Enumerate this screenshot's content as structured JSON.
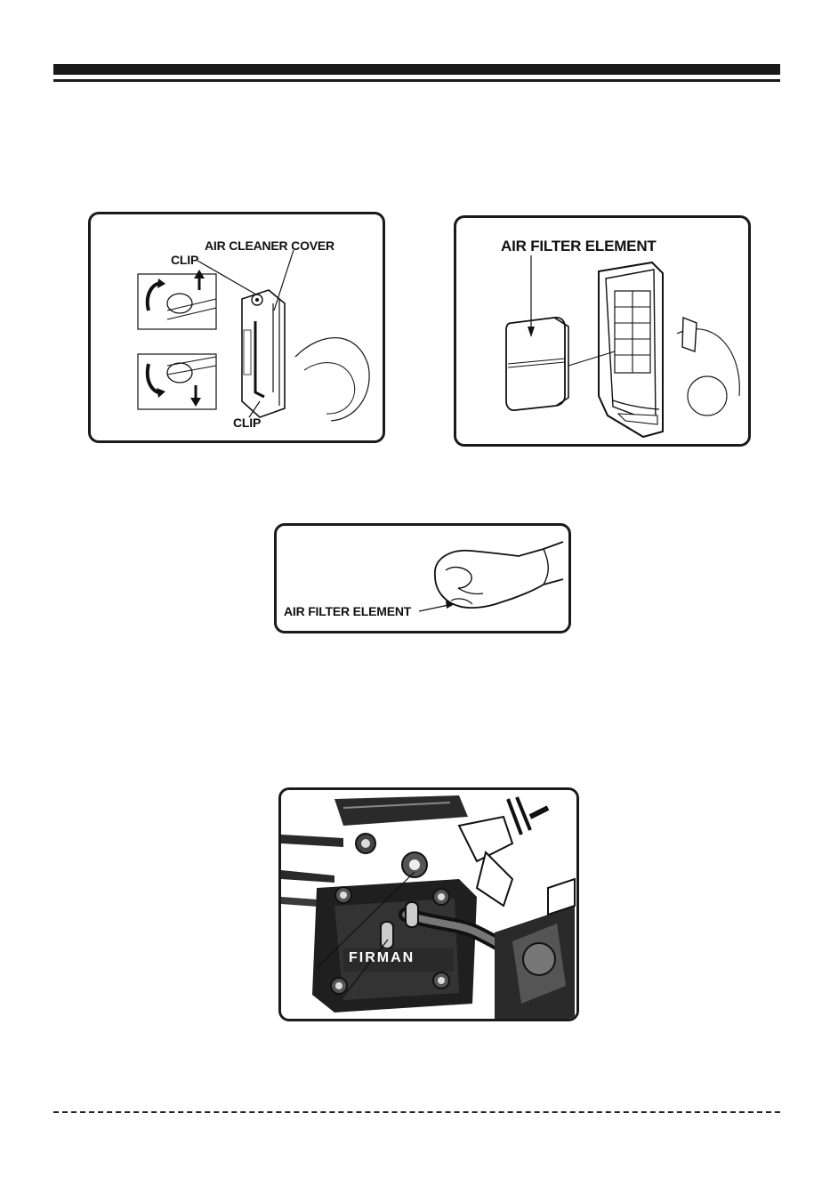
{
  "figures": {
    "cover": {
      "label_cover": "AIR CLEANER COVER",
      "label_clip_top": "CLIP",
      "label_clip_bottom": "CLIP"
    },
    "element": {
      "label_element": "AIR FILTER ELEMENT"
    },
    "squeeze": {
      "label_element": "AIR FILTER ELEMENT"
    },
    "engine": {
      "brand": "FIRMAN"
    }
  },
  "colors": {
    "ink": "#1a1a1a",
    "paper": "#ffffff"
  }
}
